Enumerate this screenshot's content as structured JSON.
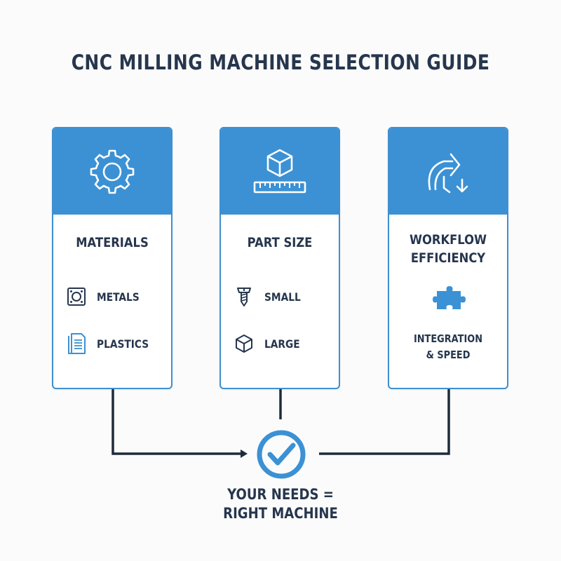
{
  "title": "CNC MILLING MACHINE SELECTION GUIDE",
  "colors": {
    "accent": "#3b91d4",
    "text": "#26364d",
    "connector": "#1f2b3b",
    "background": "#fbfbfb"
  },
  "cards": [
    {
      "header_icon": "gear-icon",
      "title": "MATERIALS",
      "items": [
        {
          "icon": "metal-plate-icon",
          "label": "METALS"
        },
        {
          "icon": "document-icon",
          "label": "PLASTICS"
        }
      ]
    },
    {
      "header_icon": "cube-ruler-icon",
      "title": "PART SIZE",
      "items": [
        {
          "icon": "screw-icon",
          "label": "SMALL"
        },
        {
          "icon": "cube-icon",
          "label": "LARGE"
        }
      ]
    },
    {
      "header_icon": "workflow-arrow-icon",
      "title_line1": "WORKFLOW",
      "title_line2": "EFFICIENCY",
      "detail_icon": "puzzle-icon",
      "detail_line1": "INTEGRATION",
      "detail_line2": "& SPEED"
    }
  ],
  "result": {
    "icon": "checkmark-circle-icon",
    "line1": "YOUR NEEDS =",
    "line2": "RIGHT MACHINE"
  }
}
